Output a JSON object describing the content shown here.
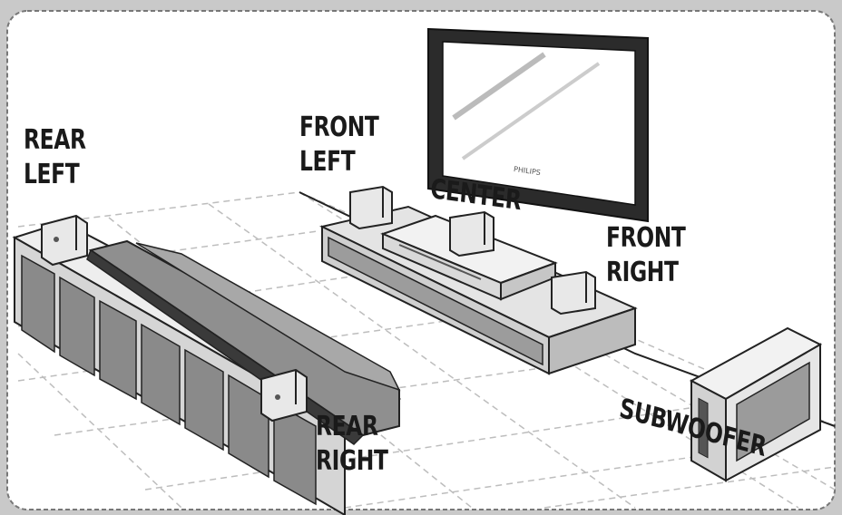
{
  "labels": {
    "rear_left": [
      "REAR",
      "LEFT"
    ],
    "front_left": [
      "FRONT",
      "LEFT"
    ],
    "center": "CENTER",
    "front_right": [
      "FRONT",
      "RIGHT"
    ],
    "rear_right": [
      "REAR",
      "RIGHT"
    ],
    "subwoofer": "SUBWOOFER"
  },
  "tv_brand": "PHILIPS",
  "colors": {
    "frame_border": "#9a9a9a",
    "panel_bg": "#ffffff",
    "line": "#222222",
    "speaker_face": "#eaeaea",
    "sofa": "#8f8f8f"
  }
}
